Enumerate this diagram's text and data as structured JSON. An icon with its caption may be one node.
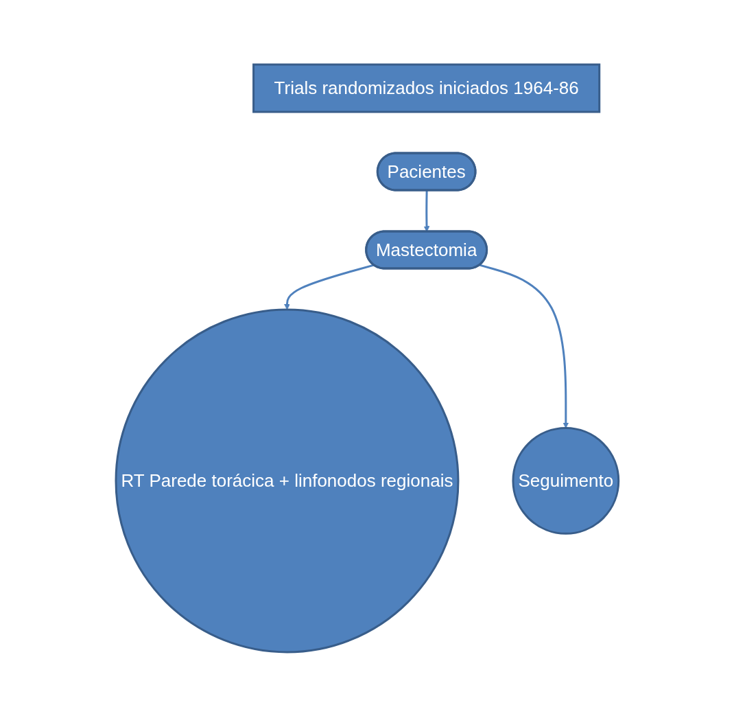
{
  "diagram": {
    "nodes": [
      {
        "text": [
          "Trials randomizados iniciados 1964-86"
        ]
      },
      {
        "text": [
          "Pacientes"
        ]
      },
      {
        "text": [
          "Mastectomia"
        ]
      },
      {
        "text": [
          "RT Parede torácica + linfonodos regionais"
        ]
      },
      {
        "text": [
          "Seguimento"
        ]
      }
    ],
    "edges": [
      {
        "from": 1,
        "to": 2,
        "arrow": "to"
      },
      {
        "from": 2,
        "to": 3,
        "arrow": "to"
      },
      {
        "from": 2,
        "to": 4,
        "arrow": "to"
      }
    ]
  }
}
